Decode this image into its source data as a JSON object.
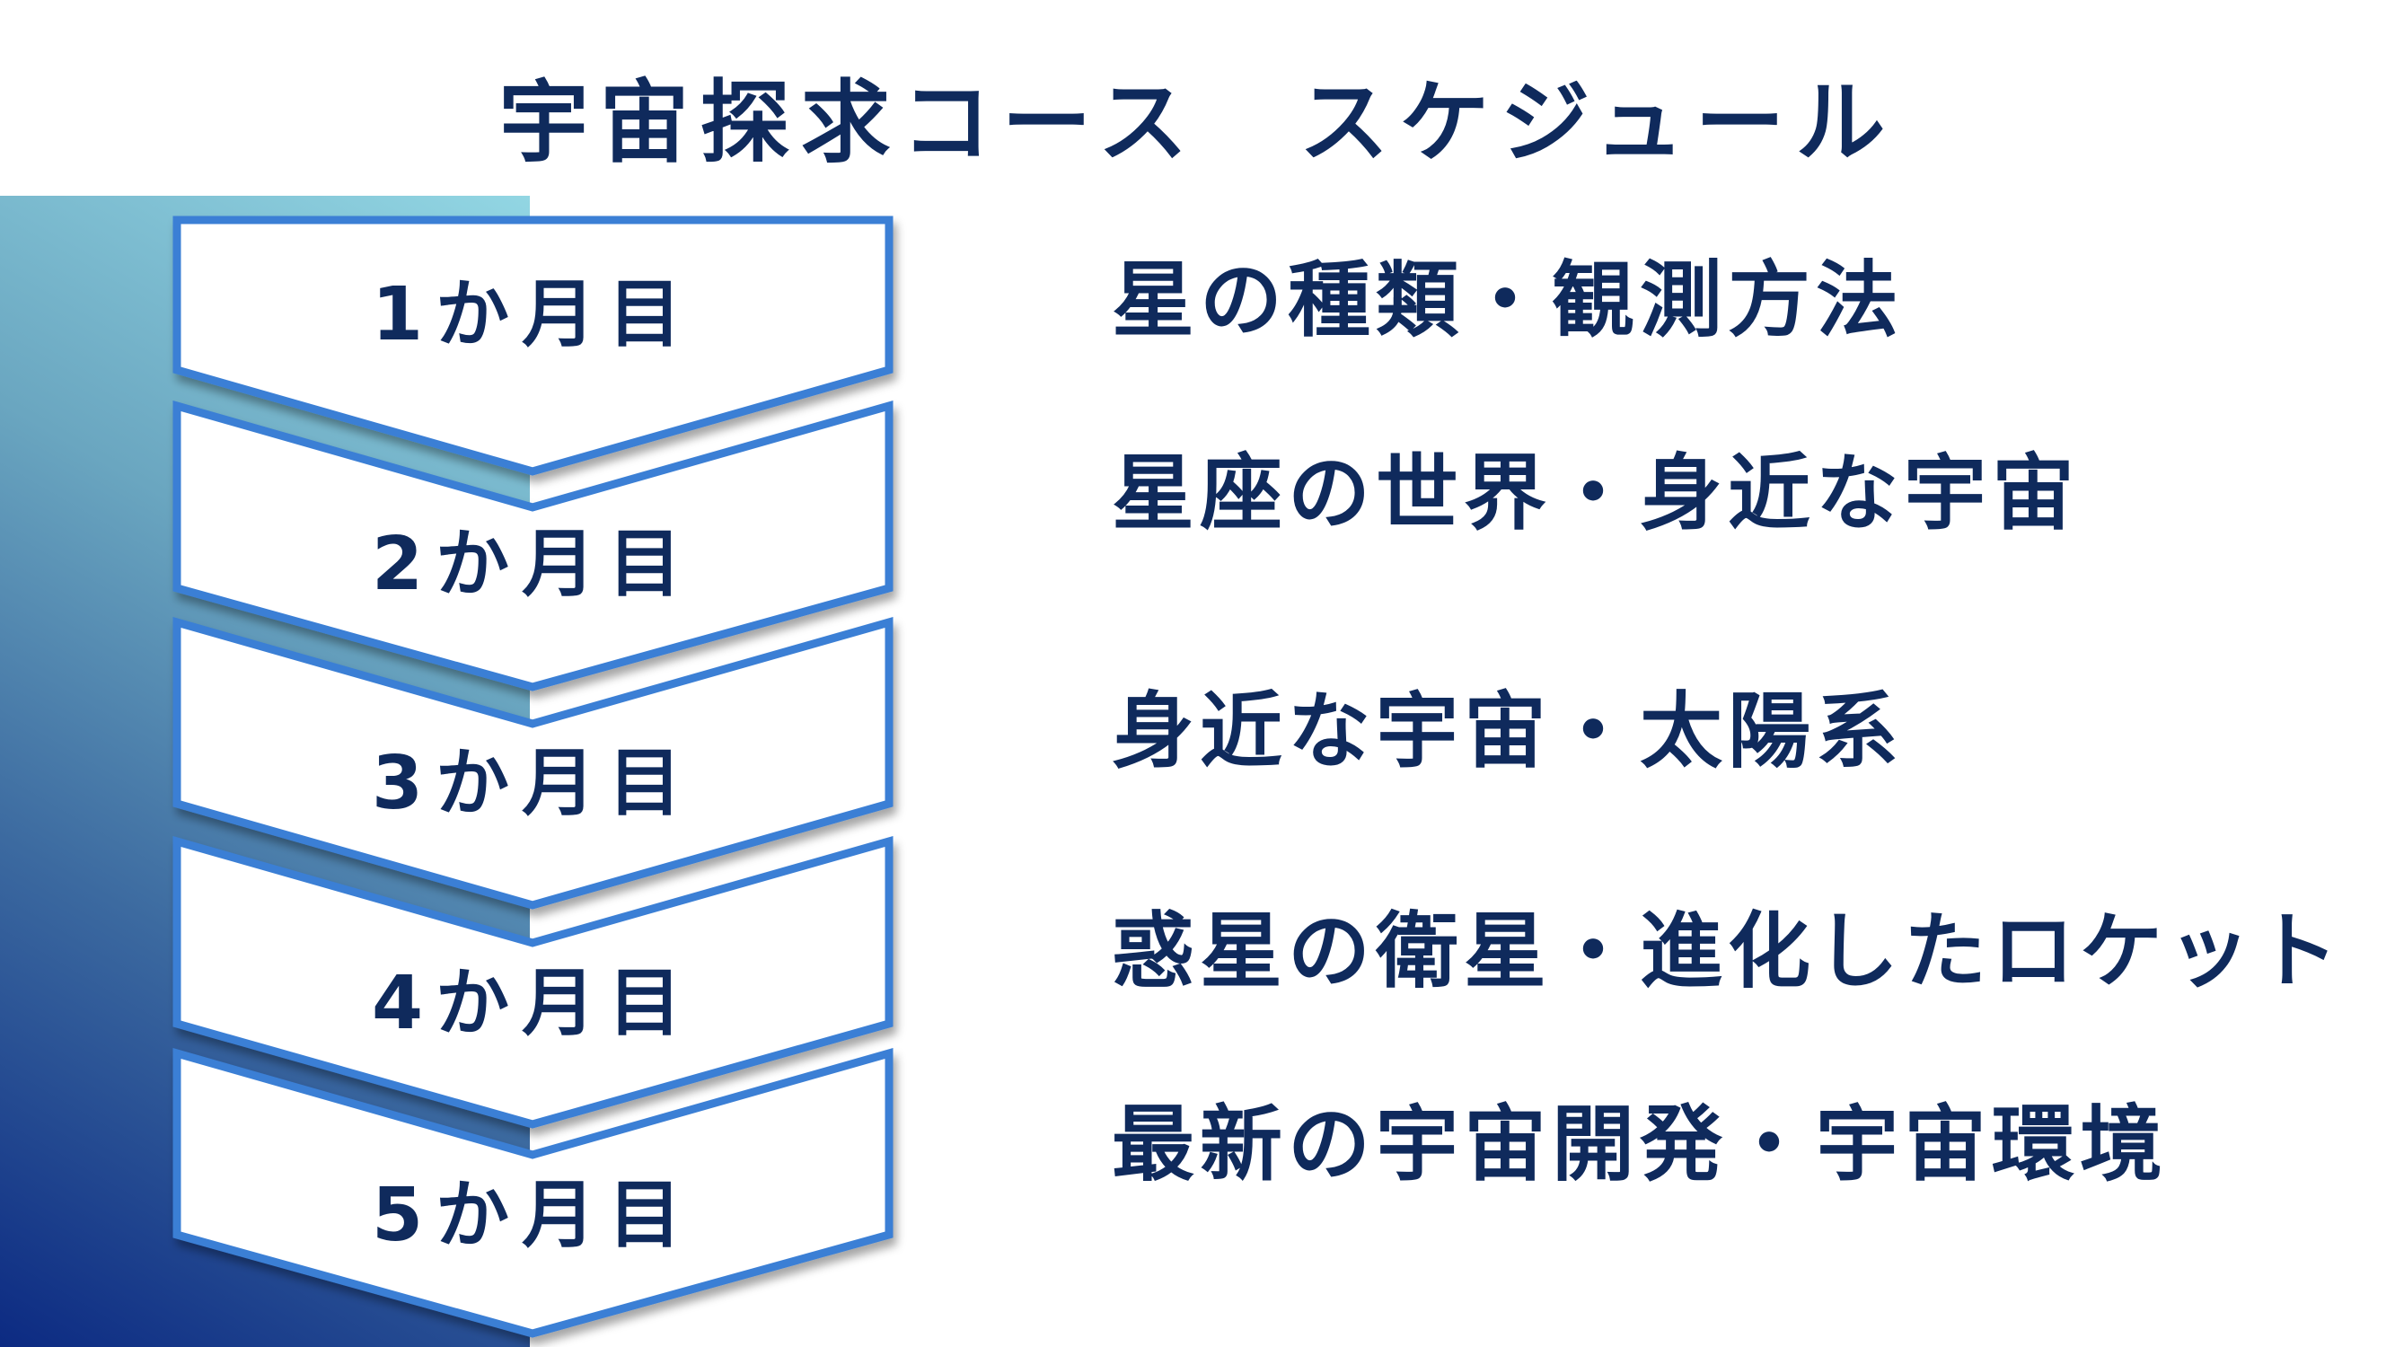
{
  "title": "宇宙探求コース　スケジュール",
  "colors": {
    "text": "#0f2a5c",
    "chevron_border": "#3a7fd5",
    "gradient_dark": "#0c2a82",
    "gradient_light": "#92d6e3"
  },
  "steps": [
    {
      "label": "1か月目",
      "topic": "星の種類・観測方法"
    },
    {
      "label": "2か月目",
      "topic": "星座の世界・身近な宇宙"
    },
    {
      "label": "3か月目",
      "topic": "身近な宇宙・太陽系"
    },
    {
      "label": "4か月目",
      "topic": "惑星の衛星・進化したロケット"
    },
    {
      "label": "5か月目",
      "topic": "最新の宇宙開発・宇宙環境"
    }
  ]
}
